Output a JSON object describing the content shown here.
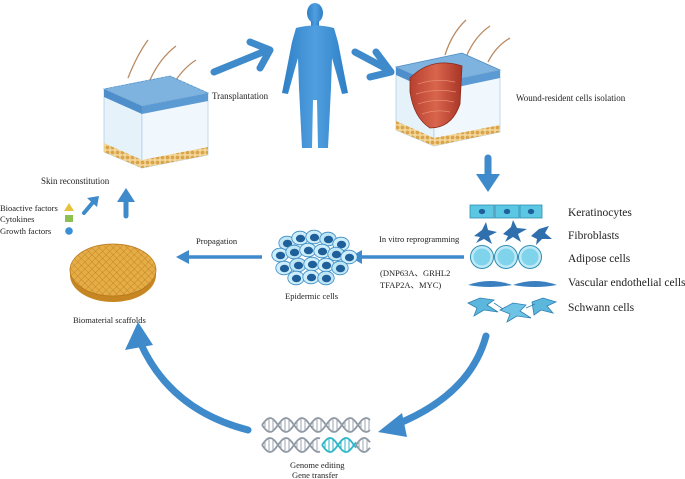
{
  "colors": {
    "arrow": "#3e8acb",
    "human": "#3f8fd2",
    "skin_blue": "#6fa9d6",
    "dermis": "#eaf4fb",
    "fat": "#e8c27a",
    "wound": "#c24a36",
    "scaffold": "#e0a53c",
    "dna_grey": "#8e98a3",
    "dna_teal": "#2db5c8"
  },
  "labels": {
    "transplantation": "Transplantation",
    "wound_isolation": "Wound-resident cells isolation",
    "skin_reconstitution": "Skin reconstitution",
    "propagation": "Propagation",
    "in_vitro": "In vitro reprogramming",
    "factors_line1": "(DNP63A、GRHL2",
    "factors_line2": "TFAP2A、MYC)",
    "epidermic_cells": "Epidermic cells",
    "biomaterial_scaffolds": "Biomaterial scaffolds",
    "genome_line1": "Genome editing",
    "genome_line2": "Gene transfer"
  },
  "legend": [
    {
      "label": "Bioactive factors",
      "icon": "triangle-icon",
      "color": "#e8c23a"
    },
    {
      "label": "Cytokines",
      "icon": "square-icon",
      "color": "#8cc152"
    },
    {
      "label": "Growth factors",
      "icon": "circle-icon",
      "color": "#3a8fd6"
    }
  ],
  "cell_types": [
    {
      "label": "Keratinocytes",
      "icon": "keratinocyte-icon"
    },
    {
      "label": "Fibroblasts",
      "icon": "fibroblast-icon"
    },
    {
      "label": "Adipose cells",
      "icon": "adipose-cell-icon"
    },
    {
      "label": "Vascular endothelial cells",
      "icon": "endothelial-cell-icon"
    },
    {
      "label": "Schwann cells",
      "icon": "schwann-cell-icon"
    }
  ]
}
